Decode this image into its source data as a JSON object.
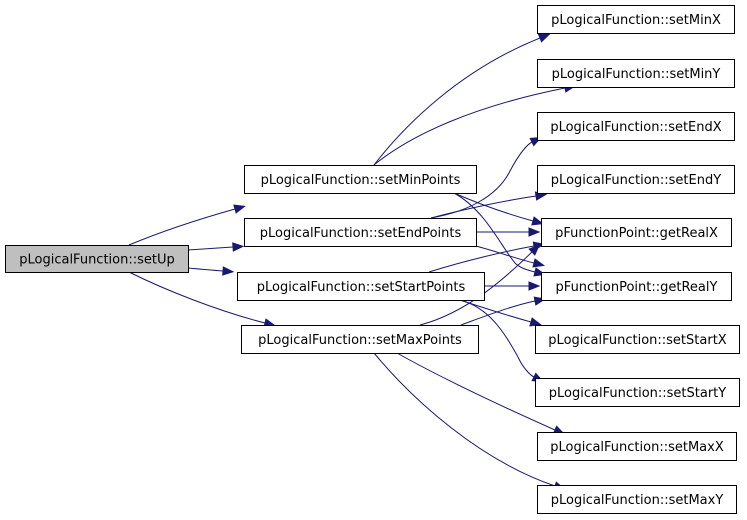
{
  "colors": {
    "edge": "#191970",
    "root_fill": "#bfbfbf",
    "node_fill": "#ffffff",
    "border": "#000000"
  },
  "nodes": [
    {
      "id": "setUp",
      "label": "pLogicalFunction::setUp",
      "root": true
    },
    {
      "id": "setMinPoints",
      "label": "pLogicalFunction::setMinPoints"
    },
    {
      "id": "setEndPoints",
      "label": "pLogicalFunction::setEndPoints"
    },
    {
      "id": "setStartPoints",
      "label": "pLogicalFunction::setStartPoints"
    },
    {
      "id": "setMaxPoints",
      "label": "pLogicalFunction::setMaxPoints"
    },
    {
      "id": "setMinX",
      "label": "pLogicalFunction::setMinX"
    },
    {
      "id": "setMinY",
      "label": "pLogicalFunction::setMinY"
    },
    {
      "id": "setEndX",
      "label": "pLogicalFunction::setEndX"
    },
    {
      "id": "setEndY",
      "label": "pLogicalFunction::setEndY"
    },
    {
      "id": "getRealX",
      "label": "pFunctionPoint::getRealX"
    },
    {
      "id": "getRealY",
      "label": "pFunctionPoint::getRealY"
    },
    {
      "id": "setStartX",
      "label": "pLogicalFunction::setStartX"
    },
    {
      "id": "setStartY",
      "label": "pLogicalFunction::setStartY"
    },
    {
      "id": "setMaxX",
      "label": "pLogicalFunction::setMaxX"
    },
    {
      "id": "setMaxY",
      "label": "pLogicalFunction::setMaxY"
    }
  ],
  "edges": [
    {
      "from": "setUp",
      "to": "setMinPoints"
    },
    {
      "from": "setUp",
      "to": "setEndPoints"
    },
    {
      "from": "setUp",
      "to": "setStartPoints"
    },
    {
      "from": "setUp",
      "to": "setMaxPoints"
    },
    {
      "from": "setMinPoints",
      "to": "setMinX"
    },
    {
      "from": "setMinPoints",
      "to": "setMinY"
    },
    {
      "from": "setMinPoints",
      "to": "getRealX"
    },
    {
      "from": "setMinPoints",
      "to": "getRealY"
    },
    {
      "from": "setEndPoints",
      "to": "setEndX"
    },
    {
      "from": "setEndPoints",
      "to": "setEndY"
    },
    {
      "from": "setEndPoints",
      "to": "getRealX"
    },
    {
      "from": "setEndPoints",
      "to": "getRealY"
    },
    {
      "from": "setStartPoints",
      "to": "getRealX"
    },
    {
      "from": "setStartPoints",
      "to": "getRealY"
    },
    {
      "from": "setStartPoints",
      "to": "setStartX"
    },
    {
      "from": "setStartPoints",
      "to": "setStartY"
    },
    {
      "from": "setMaxPoints",
      "to": "getRealX"
    },
    {
      "from": "setMaxPoints",
      "to": "getRealY"
    },
    {
      "from": "setMaxPoints",
      "to": "setMaxX"
    },
    {
      "from": "setMaxPoints",
      "to": "setMaxY"
    }
  ]
}
